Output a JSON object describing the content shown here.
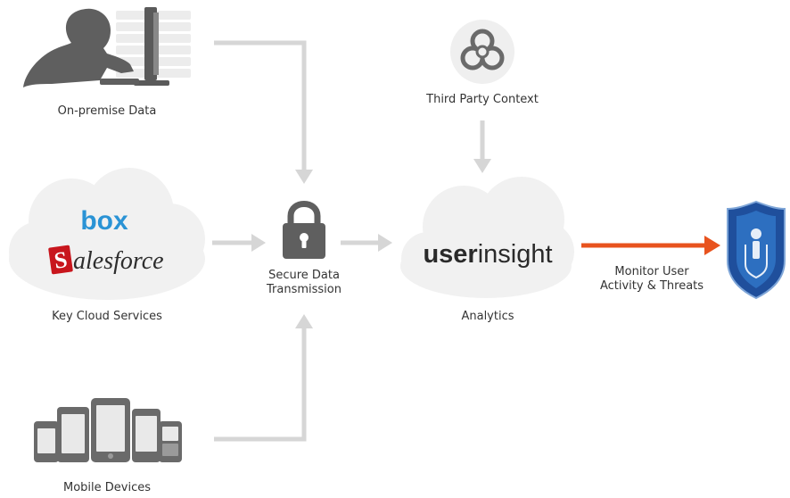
{
  "diagram": {
    "sources": {
      "on_premise": {
        "label": "On-premise Data"
      },
      "cloud": {
        "label": "Key Cloud Services",
        "logo_box": "box",
        "logo_salesforce": "alesforce",
        "logo_salesforce_initial": "S"
      },
      "mobile": {
        "label": "Mobile Devices"
      }
    },
    "hub": {
      "line1": "Secure Data",
      "line2": "Transmission"
    },
    "context": {
      "label": "Third Party Context"
    },
    "analytics": {
      "logo_bold": "user",
      "logo_light": "insight",
      "label": "Analytics"
    },
    "output": {
      "line1": "Monitor User",
      "line2": "Activity & Threats"
    }
  },
  "colors": {
    "connector": "#d3d3d3",
    "accent_arrow": "#e8531e",
    "icon_gray": "#5f5f5f",
    "cloud_fill": "#f0f0f0",
    "box_blue": "#2a93d5",
    "salesforce_red": "#c8161d",
    "shield_blue": "#1f4f9c"
  }
}
